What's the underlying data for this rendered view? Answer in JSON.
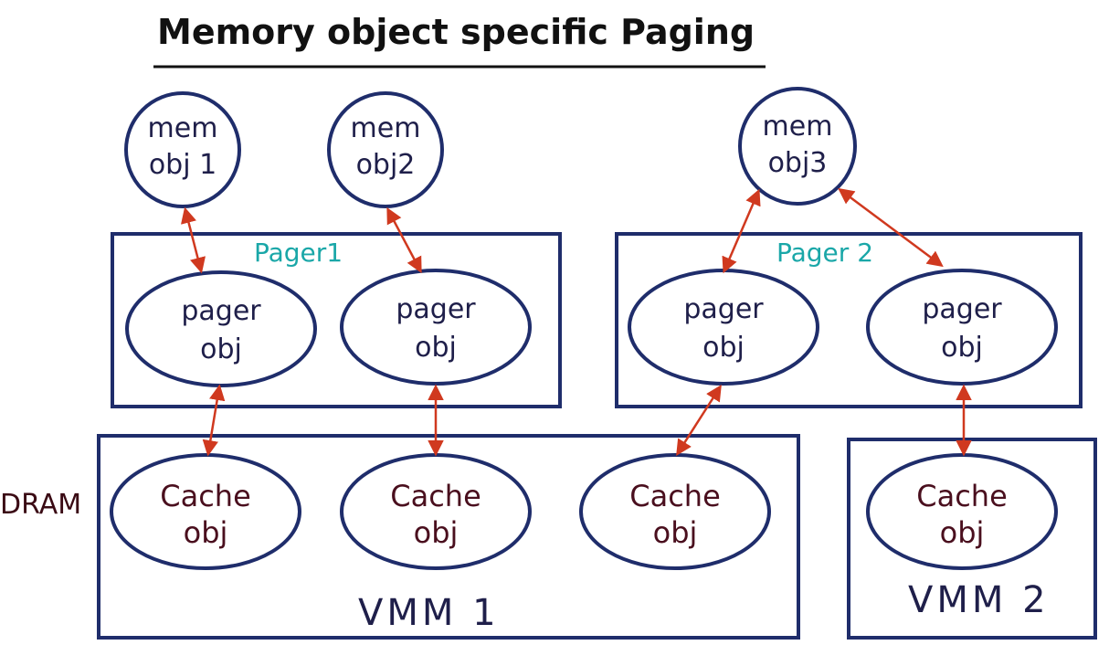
{
  "title": "Memory object specific Paging",
  "colors": {
    "outline": "#1f2d6b",
    "arrow": "#d0391f",
    "pager_label": "#1aa7a8",
    "cache_text": "#4a0f1e",
    "node_text": "#1f1f4a"
  },
  "mem_objects": [
    {
      "line1": "mem",
      "line2": "obj 1"
    },
    {
      "line1": "mem",
      "line2": "obj2"
    },
    {
      "line1": "mem",
      "line2": "obj3"
    }
  ],
  "pagers": [
    {
      "label": "Pager1"
    },
    {
      "label": "Pager 2"
    }
  ],
  "pager_objects": [
    {
      "line1": "pager",
      "line2": "obj"
    },
    {
      "line1": "pager",
      "line2": "obj"
    },
    {
      "line1": "pager",
      "line2": "obj"
    },
    {
      "line1": "pager",
      "line2": "obj"
    }
  ],
  "cache_objects": [
    {
      "line1": "Cache",
      "line2": "obj"
    },
    {
      "line1": "Cache",
      "line2": "obj"
    },
    {
      "line1": "Cache",
      "line2": "obj"
    },
    {
      "line1": "Cache",
      "line2": "obj"
    }
  ],
  "vmms": [
    {
      "label": "VMM 1"
    },
    {
      "label": "VMM 2"
    }
  ],
  "dram_label": "DRAM"
}
